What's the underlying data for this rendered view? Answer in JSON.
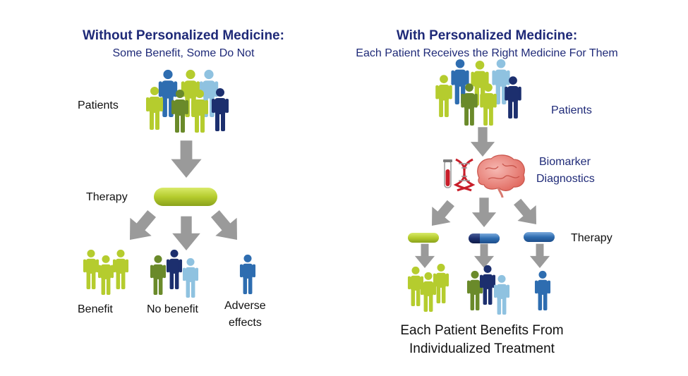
{
  "left": {
    "title": "Without Personalized Medicine:",
    "subtitle": "Some Benefit, Some Do Not",
    "patients_label": "Patients",
    "therapy_label": "Therapy",
    "outcomes": {
      "benefit": "Benefit",
      "no_benefit": "No benefit",
      "adverse_line1": "Adverse",
      "adverse_line2": "effects"
    }
  },
  "right": {
    "title": "With Personalized Medicine:",
    "subtitle": "Each Patient Receives the Right Medicine For Them",
    "patients_label": "Patients",
    "biomarker_line1": "Biomarker",
    "biomarker_line2": "Diagnostics",
    "therapy_label": "Therapy",
    "conclusion_line1": "Each Patient Benefits From",
    "conclusion_line2": "Individualized Treatment"
  },
  "colors": {
    "lime": "#b5cc2e",
    "olive": "#6a8a2a",
    "blue": "#2e6db0",
    "navy": "#1c2f6e",
    "lightblue": "#8fc2e0",
    "arrow": "#9a9a9a",
    "text_navy": "#1f2a78"
  },
  "icons": [
    "person-icon",
    "arrow-down-icon",
    "pill-icon",
    "test-tube-icon",
    "dna-icon",
    "brain-icon"
  ]
}
